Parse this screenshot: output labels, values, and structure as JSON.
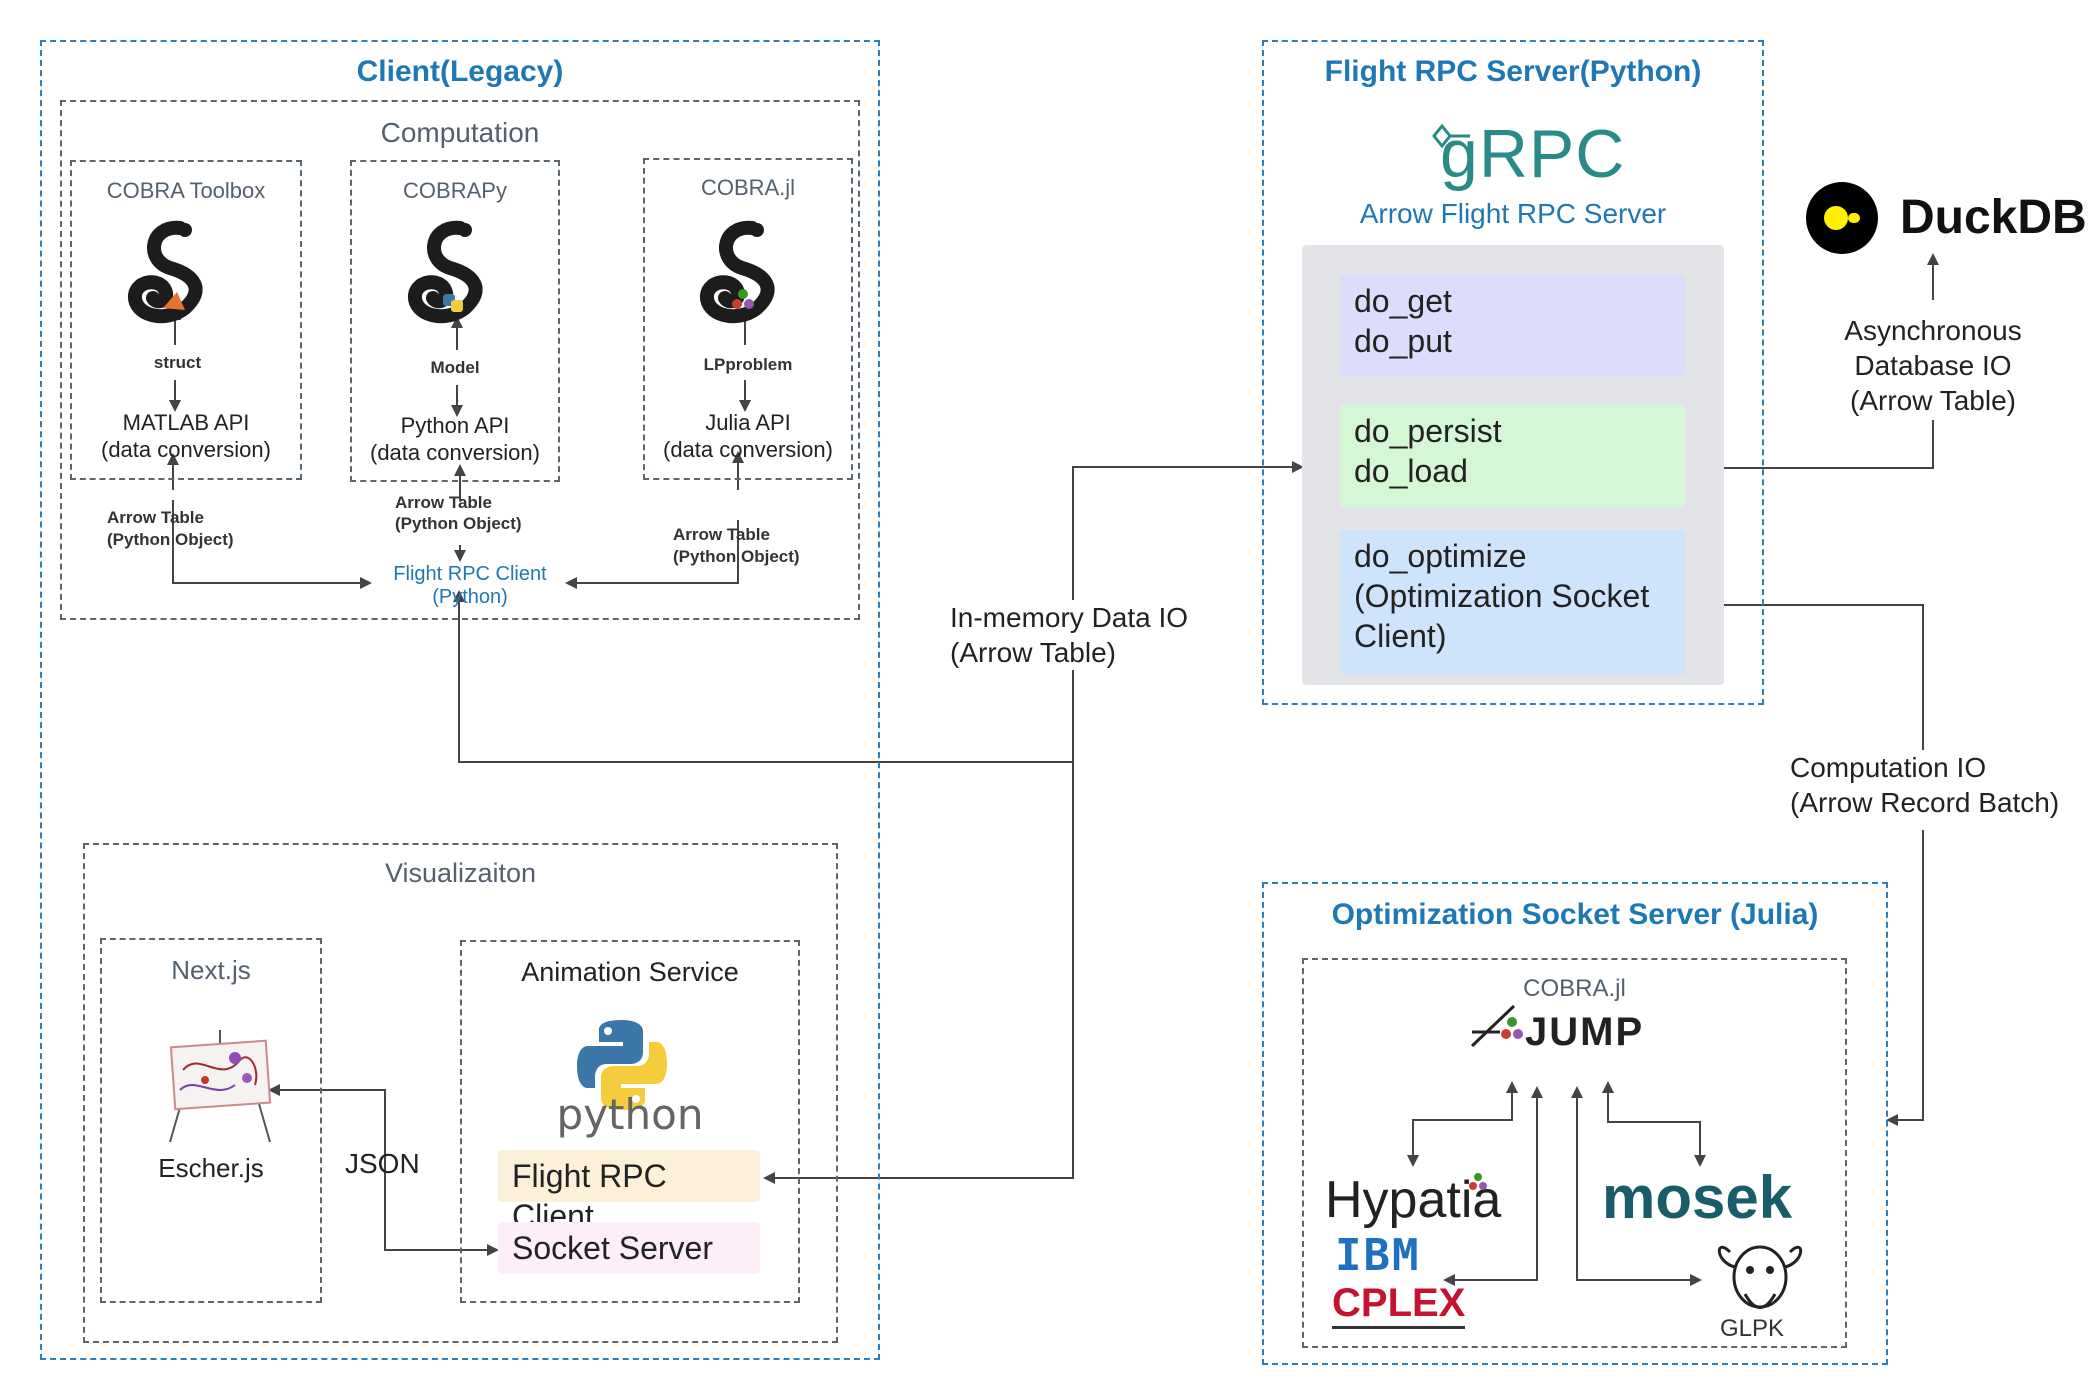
{
  "client": {
    "title": "Client(Legacy)",
    "computation": {
      "title": "Computation",
      "toolbox": {
        "title": "COBRA Toolbox",
        "arg": "struct",
        "api": "MATLAB API",
        "api_sub": "(data conversion)",
        "edge": "Arrow Table",
        "edge_sub": "(Python Object)"
      },
      "cobrapy": {
        "title": "COBRAPy",
        "arg": "Model",
        "api": "Python API",
        "api_sub": "(data conversion)",
        "edge": "Arrow Table",
        "edge_sub": "(Python Object)"
      },
      "cobrajl": {
        "title": "COBRA.jl",
        "arg": "LPproblem",
        "api": "Julia API",
        "api_sub": "(data conversion)",
        "edge": "Arrow Table",
        "edge_sub": "(Python Object)"
      },
      "flight_client": "Flight RPC Client",
      "flight_client_sub": "(Python)"
    },
    "visualization": {
      "title": "Visualizaiton",
      "nextjs": {
        "title": "Next.js",
        "escher": "Escher.js"
      },
      "json_label": "JSON",
      "animation": {
        "title": "Animation Service",
        "python_word": "python",
        "flight_client": "Flight RPC Client",
        "socket_server": "Socket Server"
      }
    }
  },
  "server": {
    "title": "Flight RPC Server(Python)",
    "grpc_logo": "gRPC",
    "subtitle": "Arrow Flight RPC Server",
    "methods": [
      {
        "lines": [
          "do_get",
          "do_put"
        ],
        "color": "#dcdcfb"
      },
      {
        "lines": [
          "do_persist",
          "do_load"
        ],
        "color": "#d6f7d6"
      },
      {
        "lines": [
          "do_optimize",
          "(Optimization Socket",
          "Client)"
        ],
        "color": "#cfe4fb"
      }
    ],
    "panel_color": "#e2e4e8"
  },
  "duckdb": {
    "name": "DuckDB",
    "edge": [
      "Asynchronous",
      "Database IO",
      "(Arrow Table)"
    ]
  },
  "in_memory": [
    "In-memory Data IO",
    "(Arrow Table)"
  ],
  "computation_io": [
    "Computation IO",
    "(Arrow Record Batch)"
  ],
  "optimizer": {
    "title": "Optimization Socket Server (Julia)",
    "cobrajl": "COBRA.jl",
    "jump": "JUMP",
    "solvers": {
      "hypatia": "Hypatia",
      "ibm": "IBM",
      "cplex": "CPLEX",
      "mosek": "mosek",
      "glpk": "GLPK"
    }
  },
  "colors": {
    "accent_blue": "#1f78b4",
    "flight_client_bg": "#fdf0da",
    "socket_server_bg": "#fdeef7",
    "gray_border": "#5b6673"
  }
}
